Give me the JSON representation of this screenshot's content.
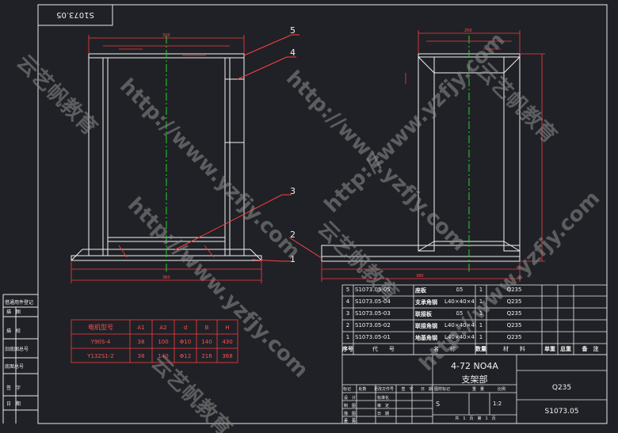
{
  "drawing_code_box": "S1073.05",
  "side_labels": [
    "借通用件登记",
    "描　图",
    "描　校",
    "旧底图总号",
    "底图总号",
    "签　字",
    "日　期"
  ],
  "callouts": {
    "c1": "1",
    "c2": "2",
    "c3": "3",
    "c4": "4",
    "c5": "5"
  },
  "motor_table": {
    "headers": [
      "电机型号",
      "A1",
      "A2",
      "d",
      "B",
      "H"
    ],
    "rows": [
      [
        "Y90S-4",
        "38",
        "100",
        "Φ10",
        "140",
        "430"
      ],
      [
        "Y132S1-2",
        "38",
        "140",
        "Φ12",
        "216",
        "368"
      ]
    ]
  },
  "parts_list": {
    "rows": [
      {
        "no": "5",
        "code": "S1073.05-05",
        "name": "座板",
        "spec": "δ5",
        "qty": "1",
        "material": "Q235"
      },
      {
        "no": "4",
        "code": "S1073.05-04",
        "name": "支承角钢",
        "spec": "L40×40×4",
        "qty": "1",
        "material": "Q235"
      },
      {
        "no": "3",
        "code": "S1073.05-03",
        "name": "联接板",
        "spec": "δ5",
        "qty": "1",
        "material": "Q235"
      },
      {
        "no": "2",
        "code": "S1073.05-02",
        "name": "联接角钢",
        "spec": "L40×40×4",
        "qty": "1",
        "material": "Q235"
      },
      {
        "no": "1",
        "code": "S1073.05-01",
        "name": "地基角钢",
        "spec": "L40×40×4",
        "qty": "1",
        "material": "Q235"
      }
    ],
    "header": {
      "no": "序号",
      "code": "代　　号",
      "name": "名　　称",
      "qty": "数量",
      "material": "材　　料",
      "unit_wt": "单重",
      "total_wt": "总重",
      "remark": "备　注"
    }
  },
  "title_block": {
    "title_line1": "4-72 NO4A",
    "title_line2": "支架部",
    "material": "Q235",
    "drawing_no": "S1073.05",
    "sign_labels": [
      "标记",
      "处数",
      "更改文件号",
      "签　字",
      "日　期"
    ],
    "role_labels": [
      "设　计",
      "制　图",
      "描　图",
      "校　对",
      "工　艺"
    ],
    "role_labels_mid": [
      "标准化",
      "审　定",
      "日　期"
    ],
    "stage_label": "图样标记",
    "stage_value": "S",
    "weight_label": "重　量",
    "scale_label": "比例",
    "scale_value": "1:2",
    "sheet_text": "共　1　页　第　1　页"
  },
  "watermark": {
    "url": "http://www.yzfjy.com",
    "brand": "云艺帆教育"
  },
  "colors": {
    "background": "#1f2126",
    "line": "#f2f2f2",
    "dim": "#ff3b3b",
    "center": "#29d129",
    "leader": "#ff4040"
  }
}
